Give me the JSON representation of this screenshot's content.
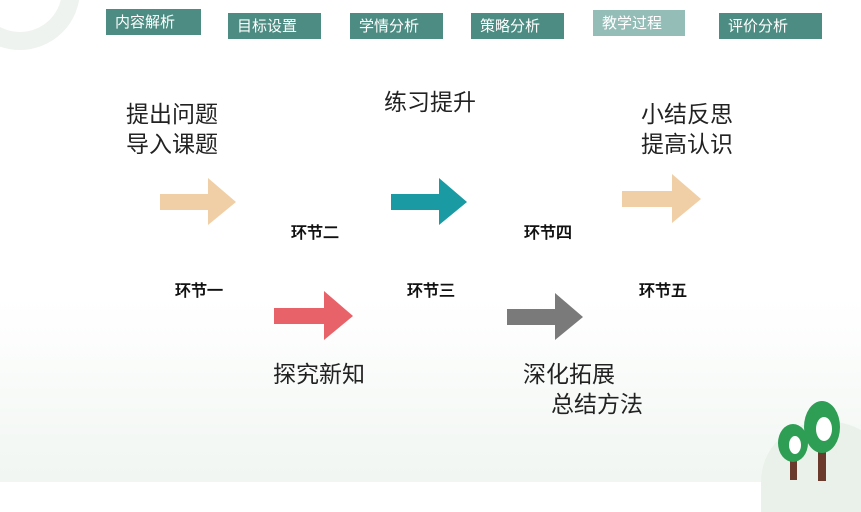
{
  "tabs": [
    {
      "label": "内容解析",
      "active": false
    },
    {
      "label": "目标设置",
      "active": false
    },
    {
      "label": "学情分析",
      "active": false
    },
    {
      "label": "策略分析",
      "active": false
    },
    {
      "label": "教学过程",
      "active": true
    },
    {
      "label": "评价分析",
      "active": false
    }
  ],
  "steps": {
    "s1": {
      "label": "环节一",
      "line1": "提出问题",
      "line2": "导入课题",
      "color": "#f0cfa6"
    },
    "s2": {
      "label": "环节二",
      "line1": "探究新知",
      "color": "#e8626a"
    },
    "s3": {
      "label": "环节三",
      "line1": "练习提升",
      "color": "#1a9aa3"
    },
    "s4": {
      "label": "环节四",
      "line1": "深化拓展",
      "line2": "总结方法",
      "color": "#7a7a7a"
    },
    "s5": {
      "label": "环节五",
      "line1": "小结反思",
      "line2": "提高认识",
      "color": "#f0cfa6"
    }
  },
  "colors": {
    "tab_dark": "#4c8c82",
    "tab_light": "#95bdb7",
    "tree_green": "#2f9e55",
    "tree_trunk": "#6b3a2c"
  }
}
